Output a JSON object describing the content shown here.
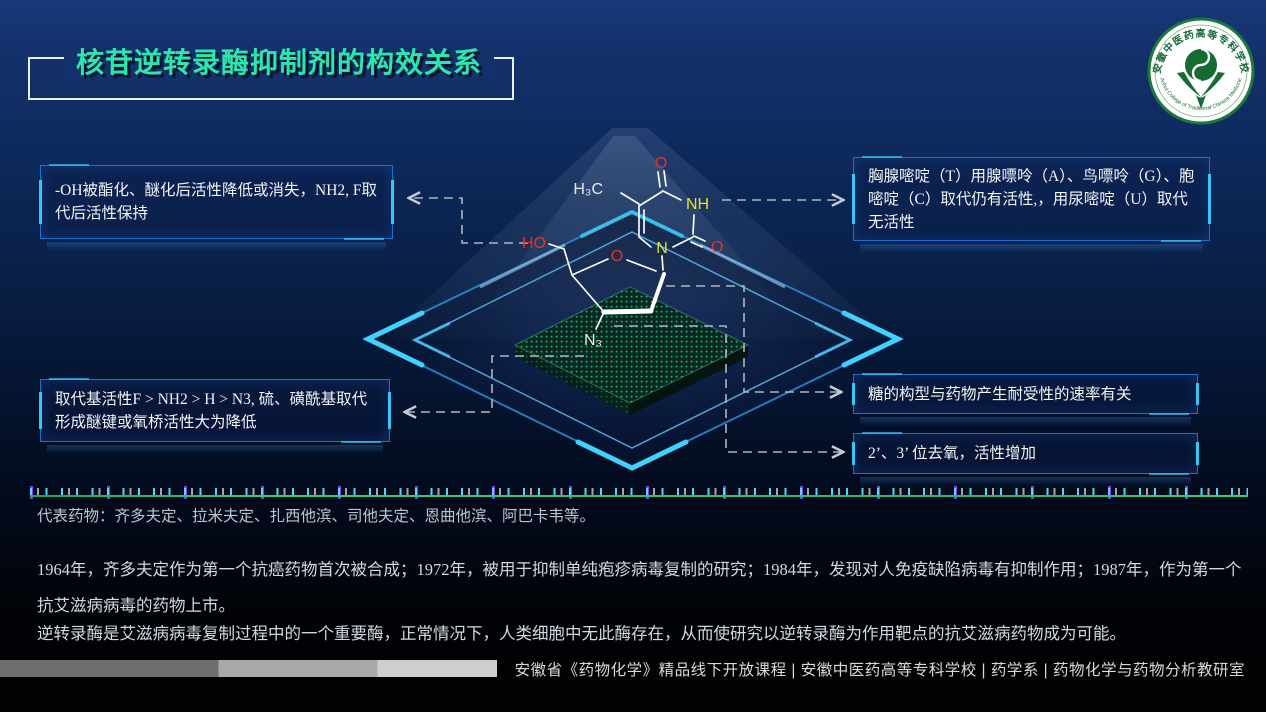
{
  "slide": {
    "title": "核苷逆转录酶抑制剂的构效关系",
    "logo": {
      "org_cn": "安徽中医药高等专科学校",
      "org_en": "Anhui College of Traditional Chinese Medicine"
    },
    "callouts": {
      "top_left": "-OH被酯化、醚化后活性降低或消失，NH2, F取代后活性保持",
      "top_right": "胸腺嘧啶（T）用腺嘌呤（A）、鸟嘌呤（G）、胞嘧啶（C）取代仍有活性,，用尿嘧啶（U）取代无活性",
      "bottom_left": "取代基活性F > NH2 > H > N3, 硫、磺酰基取代形成醚键或氧桥活性大为降低",
      "right_mid": "糖的构型与药物产生耐受性的速率有关",
      "right_bottom": "2’、3’ 位去氧，活性增加"
    },
    "molecule": {
      "labels": {
        "o_top": "O",
        "nh": "NH",
        "o_right": "O",
        "n1": "N",
        "h3c": "H₃C",
        "ho": "HO",
        "o_ring": "O",
        "n3": "N₃"
      }
    },
    "drugs_line": "代表药物：齐多夫定、拉米夫定、扎西他滨、司他夫定、恩曲他滨、阿巴卡韦等。",
    "history": "1964年，齐多夫定作为第一个抗癌药物首次被合成；1972年，被用于抑制单纯疱疹病毒复制的研究；1984年，发现对人免疫缺陷病毒有抑制作用；1987年，作为第一个抗艾滋病病毒的药物上市。",
    "mechanism": "逆转录酶是艾滋病病毒复制过程中的一个重要酶，正常情况下，人类细胞中无此酶存在，从而使研究以逆转录酶为作用靶点的抗艾滋病药物成为可能。",
    "footer": "安徽省《药物化学》精品线下开放课程 | 安徽中医药高等专科学校 | 药学系 | 药物化学与药物分析教研室",
    "colors": {
      "title": "#2BE6AE",
      "box_border": "#2170C8",
      "box_accent": "#35C8F5",
      "ruler_green": "#2DB56E",
      "tick_purple": "#8A3CF0",
      "atom_red": "#E63226",
      "atom_yellow": "#E4E22A"
    }
  }
}
